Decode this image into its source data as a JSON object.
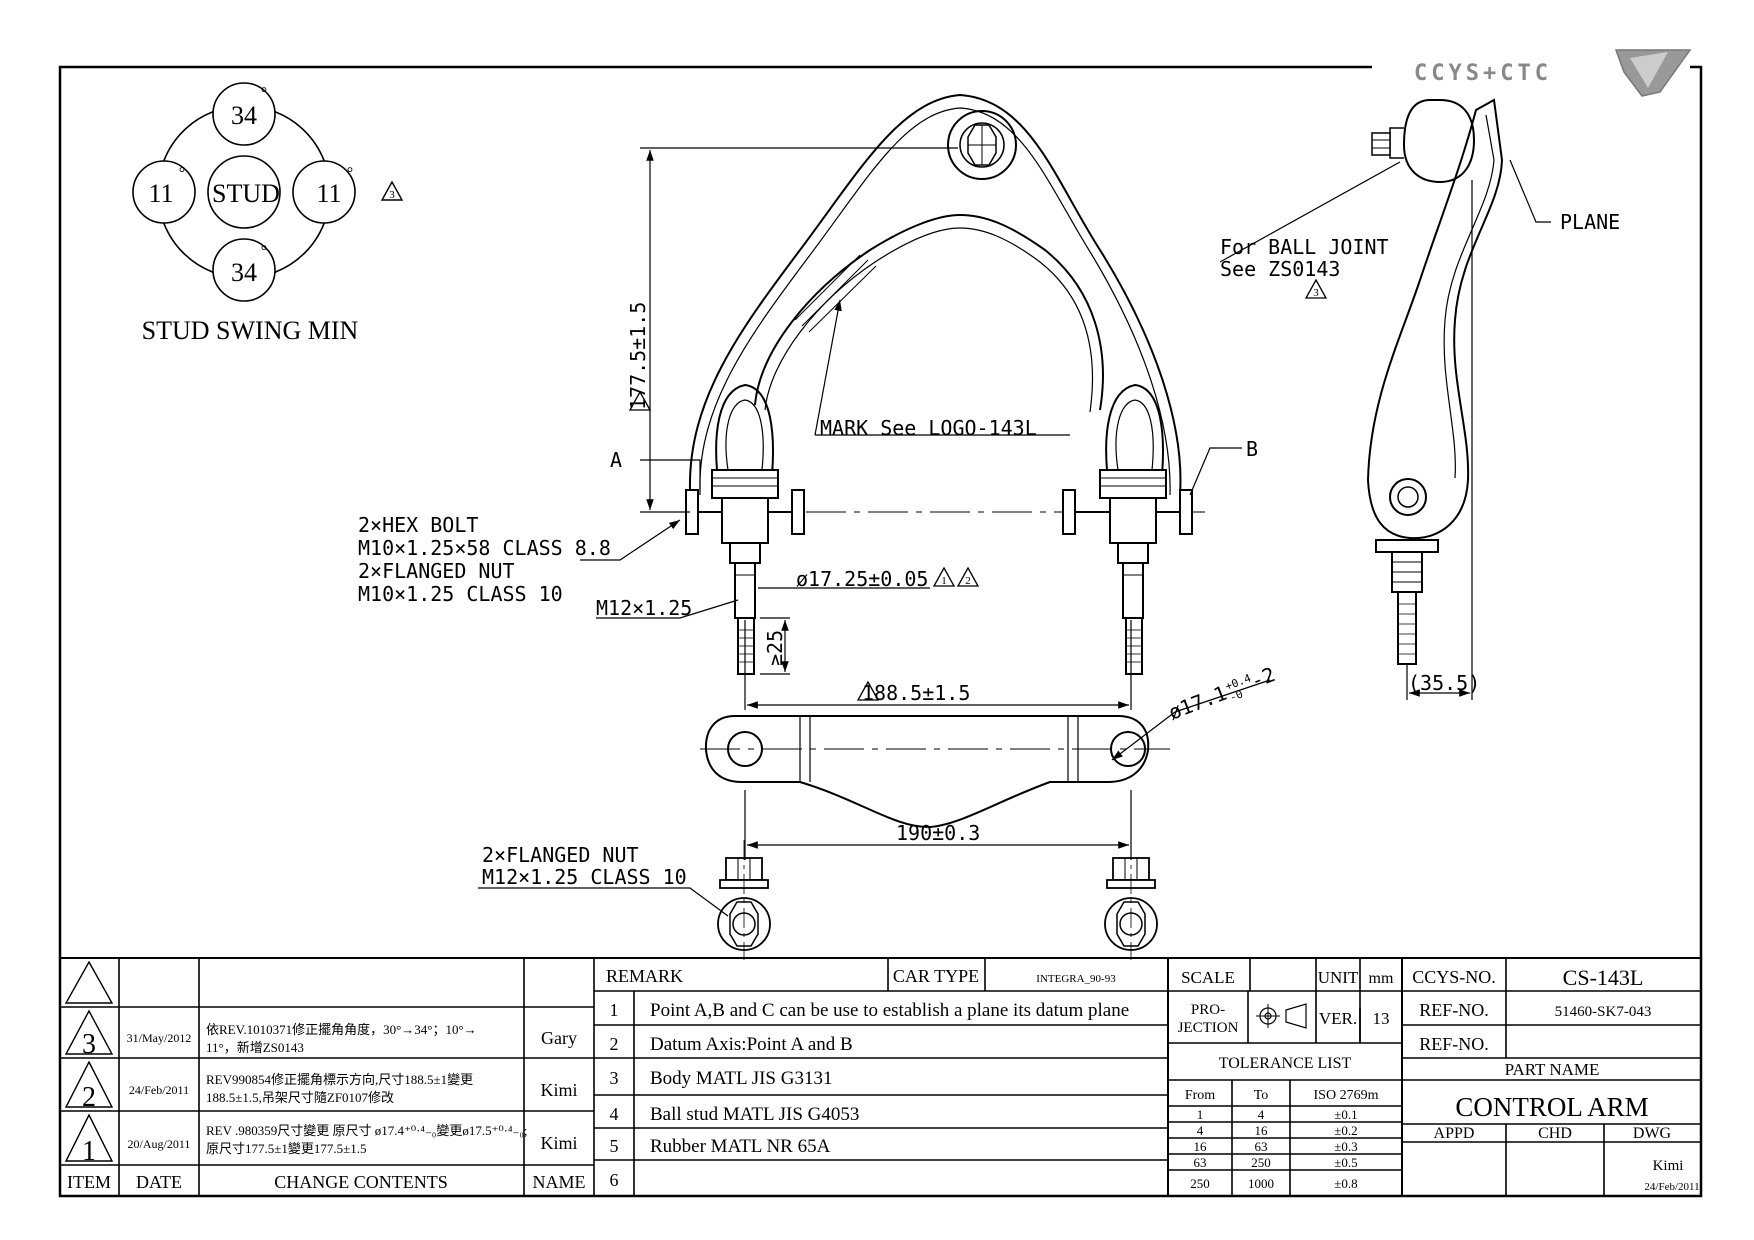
{
  "logo_text": "CCYS+CTC",
  "stud_swing": {
    "top": "34",
    "bottom": "34",
    "left": "11",
    "right": "11",
    "center": "STUD",
    "deg": "°",
    "rev_mark": "3",
    "caption": "STUD SWING MIN"
  },
  "dims": {
    "height": "177.5±1.5",
    "stud_dia": "ø17.25±0.05",
    "stud_dia_revs": [
      "1",
      "2"
    ],
    "stud_min": "≥25",
    "thread_len": "M12×1.25",
    "span_main": "188.5±1.5",
    "hole_dia": "ø17.1",
    "hole_tol_upper": "+0.4",
    "hole_tol_lower": "-0",
    "hole_count": "-2",
    "span_nut": "190±0.3",
    "side_offset": "(35.5)"
  },
  "callouts": {
    "point_a": "A",
    "point_b": "B",
    "hex_bolt": [
      "2×HEX BOLT",
      "M10×1.25×58 CLASS 8.8"
    ],
    "flanged_nut_1": [
      "2×FLANGED NUT",
      "M10×1.25 CLASS 10"
    ],
    "flanged_nut_2": [
      "2×FLANGED NUT",
      "M12×1.25 CLASS 10"
    ],
    "mark": "MARK See LOGO-143L",
    "ball_joint": [
      "For BALL JOINT",
      "See ZS0143"
    ],
    "ball_joint_rev": "3",
    "plane": "PLANE"
  },
  "revisions": [
    {
      "rev": "3",
      "date": "31/May/2012",
      "content": [
        "依REV.1010371修正擺角角度，30°→34°；10°→",
        "11°，新增ZS0143"
      ],
      "name": "Gary"
    },
    {
      "rev": "2",
      "date": "24/Feb/2011",
      "content": [
        "REV990854修正擺角標示方向,尺寸188.5±1變更",
        "188.5±1.5,吊架尺寸隨ZF0107修改"
      ],
      "name": "Kimi"
    },
    {
      "rev": "1",
      "date": "20/Aug/2011",
      "content": [
        "REV .980359尺寸變更 原尺寸 ø17.4⁺⁰·⁴₋₀變更ø17.5⁺⁰·⁴₋₀;",
        "原尺寸177.5±1變更177.5±1.5"
      ],
      "name": "Kimi"
    }
  ],
  "rev_headers": {
    "item": "ITEM",
    "date": "DATE",
    "content": "CHANGE CONTENTS",
    "name": "NAME"
  },
  "remarks": {
    "header": "REMARK",
    "car_type_label": "CAR TYPE",
    "car_type": "INTEGRA_90-93",
    "items": [
      {
        "no": "1",
        "text": "Point A,B and C can be use to establish a plane its datum plane"
      },
      {
        "no": "2",
        "text": "Datum Axis:Point A and B"
      },
      {
        "no": "3",
        "text": "Body MATL JIS G3131"
      },
      {
        "no": "4",
        "text": "Ball stud MATL JIS G4053"
      },
      {
        "no": "5",
        "text": "Rubber MATL NR 65A"
      },
      {
        "no": "6",
        "text": ""
      }
    ]
  },
  "title_block": {
    "scale_label": "SCALE",
    "scale": "",
    "unit_label": "UNIT",
    "unit": "mm",
    "projection_label": [
      "PRO-",
      "JECTION"
    ],
    "ver_label": "VER.",
    "ver": "13",
    "tolerance_title": "TOLERANCE LIST",
    "tol_headers": [
      "From",
      "To",
      "ISO 2769m"
    ],
    "tolerances": [
      {
        "from": "1",
        "to": "4",
        "tol": "±0.1"
      },
      {
        "from": "4",
        "to": "16",
        "tol": "±0.2"
      },
      {
        "from": "16",
        "to": "63",
        "tol": "±0.3"
      },
      {
        "from": "63",
        "to": "250",
        "tol": "±0.5"
      },
      {
        "from": "250",
        "to": "1000",
        "tol": "±0.8"
      }
    ],
    "ccys_no_label": "CCYS-NO.",
    "ccys_no": "CS-143L",
    "ref_no_label": "REF-NO.",
    "ref_no": "51460-SK7-043",
    "ref_no2_label": "REF-NO.",
    "ref_no2": "",
    "part_name_label": "PART NAME",
    "part_name": "CONTROL ARM",
    "appd_label": "APPD",
    "chd_label": "CHD",
    "dwg_label": "DWG",
    "appd": "",
    "chd": "",
    "dwg": "Kimi",
    "dwg_date": "24/Feb/2011"
  }
}
